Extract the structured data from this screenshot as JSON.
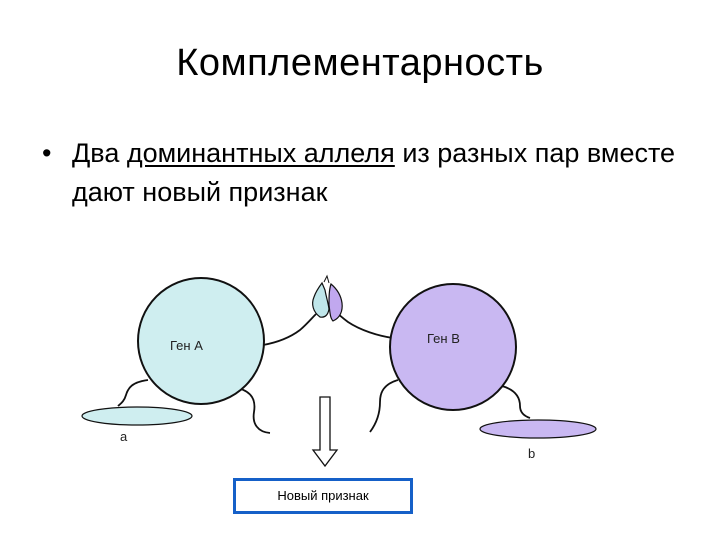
{
  "slide": {
    "title": "Комплементарность",
    "bullet": {
      "marker": "•",
      "before": "Два ",
      "underlined": "доминантных аллеля",
      "after": " из разных пар вместе дают новый признак"
    }
  },
  "diagram": {
    "gene_a_label": "Ген А",
    "gene_b_label": "Ген В",
    "allele_a_label": "а",
    "allele_b_label": "b",
    "result_label": "Новый признак",
    "colors": {
      "gene_a_fill": "#cfeef0",
      "gene_b_fill": "#c9b8f2",
      "box_border": "#1560c8",
      "outline": "#111111",
      "hand_a": "#bfe6ea",
      "hand_b": "#c1a8ef"
    }
  }
}
